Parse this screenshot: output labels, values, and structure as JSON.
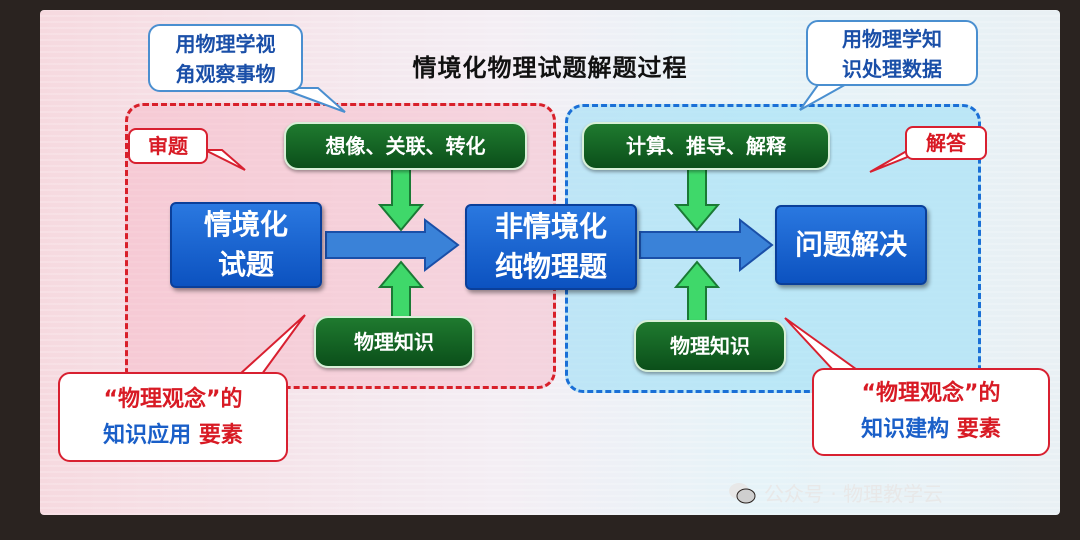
{
  "title": "情境化物理试题解题过程",
  "callouts": {
    "left": [
      "用物理学视",
      "角观察事物"
    ],
    "right": [
      "用物理学知",
      "识处理数据"
    ]
  },
  "tags": {
    "review": "审题",
    "answer": "解答"
  },
  "green_boxes": {
    "top_left": "想像、关联、转化",
    "top_right": "计算、推导、解释",
    "bottom_left": "物理知识",
    "bottom_right": "物理知识"
  },
  "blue_boxes": {
    "situational": [
      "情境化",
      "试题"
    ],
    "non_situational": [
      "非情境化",
      "纯物理题"
    ],
    "solved": "问题解决"
  },
  "notes": {
    "left": {
      "line1": "“物理观念”的",
      "part_blue": "知识应用",
      "part_red": "要素"
    },
    "right": {
      "line1": "“物理观念”的",
      "part_blue": "知识建构",
      "part_red": "要素"
    }
  },
  "watermark": "公众号 · 物理教学云",
  "colors": {
    "green_arrow": "#3fd86a",
    "blue_arrow": "#3a82d8",
    "red_border": "#d82030",
    "blue_border": "#1a6fd6"
  }
}
